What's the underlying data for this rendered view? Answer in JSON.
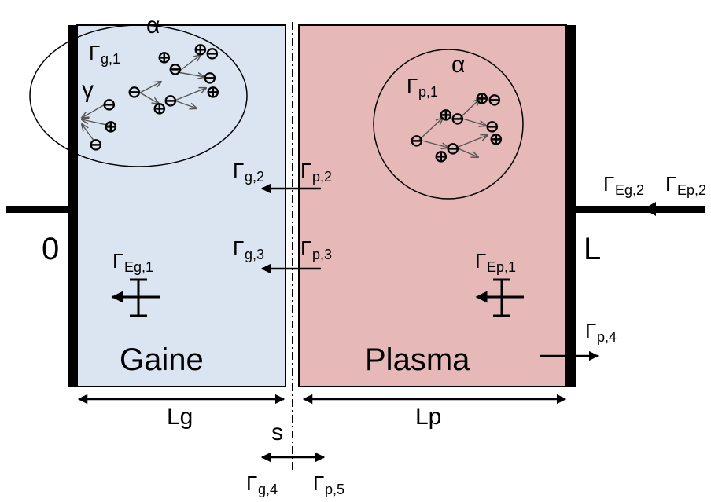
{
  "colors": {
    "gaine_fill": "#dbe5f1",
    "plasma_fill": "#e6b9b8",
    "electrode": "#000000",
    "line": "#000000"
  },
  "regions": {
    "left_label": "Gaine",
    "right_label": "Plasma"
  },
  "positions": {
    "origin": "0",
    "end": "L",
    "interface": "s"
  },
  "dimensions": {
    "gaine_length": "Lg",
    "plasma_length": "Lp"
  },
  "processes": {
    "alpha_gaine": "α",
    "gamma": "γ",
    "alpha_plasma": "α"
  },
  "fluxes": {
    "g1": {
      "main": "Γ",
      "sub": "g,1"
    },
    "g2": {
      "main": "Γ",
      "sub": "g,2"
    },
    "g3": {
      "main": "Γ",
      "sub": "g,3"
    },
    "g4": {
      "main": "Γ",
      "sub": "g,4"
    },
    "p1": {
      "main": "Γ",
      "sub": "p,1"
    },
    "p2": {
      "main": "Γ",
      "sub": "p,2"
    },
    "p3": {
      "main": "Γ",
      "sub": "p,3"
    },
    "p4": {
      "main": "Γ",
      "sub": "p,4"
    },
    "p5": {
      "main": "Γ",
      "sub": "p,5"
    },
    "eg1": {
      "main": "Γ",
      "sub": "Eg,1"
    },
    "ep1": {
      "main": "Γ",
      "sub": "Ep,1"
    },
    "eg2": {
      "main": "Γ",
      "sub": "Eg,2"
    },
    "ep2": {
      "main": "Γ",
      "sub": "Ep,2"
    }
  },
  "symbols": {
    "positive_ion": "⊕",
    "electron": "⊖"
  }
}
